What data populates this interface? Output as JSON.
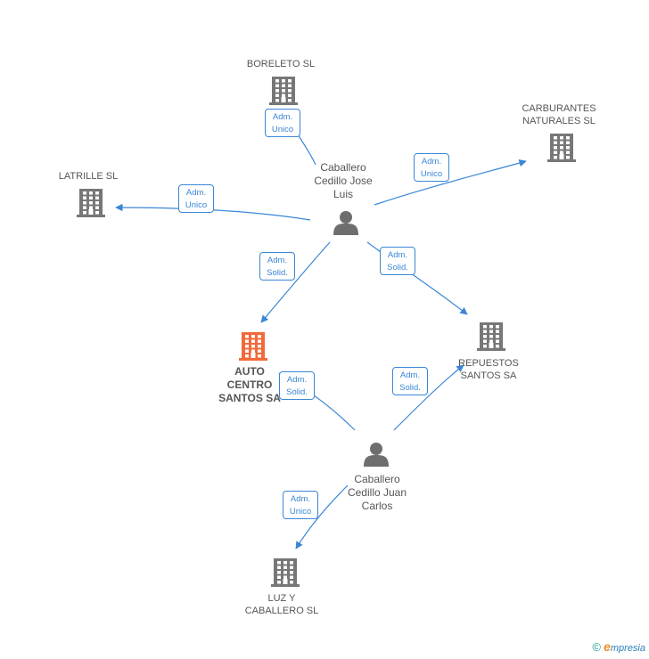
{
  "colors": {
    "edge": "#3a86d6",
    "company": "#777777",
    "company_main": "#f26a3a",
    "person": "#6e6e6e"
  },
  "companies": [
    {
      "id": "boreleto",
      "label": "BORELETO SL",
      "main": false
    },
    {
      "id": "carburantes",
      "label": "CARBURANTES\nNATURALES SL",
      "main": false
    },
    {
      "id": "latrille",
      "label": "LATRILLE SL",
      "main": false
    },
    {
      "id": "auto",
      "label": "AUTO\nCENTRO\nSANTOS SA",
      "main": true
    },
    {
      "id": "repuestos",
      "label": "REPUESTOS\nSANTOS SA",
      "main": false
    },
    {
      "id": "luz",
      "label": "LUZ Y\nCABALLERO SL",
      "main": false
    }
  ],
  "persons": [
    {
      "id": "jose",
      "label": "Caballero\nCedillo Jose\nLuis"
    },
    {
      "id": "juan",
      "label": "Caballero\nCedillo Juan\nCarlos"
    }
  ],
  "edges": [
    {
      "id": "jose-boreleto",
      "label": "Adm.\nUnico"
    },
    {
      "id": "jose-carburantes",
      "label": "Adm.\nUnico"
    },
    {
      "id": "jose-latrille",
      "label": "Adm.\nUnico"
    },
    {
      "id": "jose-auto",
      "label": "Adm.\nSolid."
    },
    {
      "id": "jose-repuestos",
      "label": "Adm.\nSolid."
    },
    {
      "id": "juan-auto",
      "label": "Adm.\nSolid."
    },
    {
      "id": "juan-repuestos",
      "label": "Adm.\nSolid."
    },
    {
      "id": "juan-luz",
      "label": "Adm.\nUnico"
    }
  ],
  "footer": {
    "copyright": "©",
    "brand_initial": "e",
    "brand_rest": "mpresia"
  }
}
